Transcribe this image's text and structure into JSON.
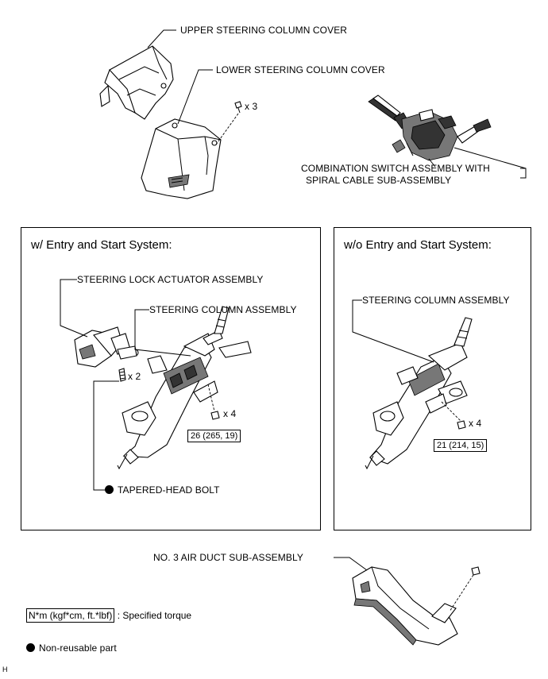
{
  "labels": {
    "upper_cover": "UPPER STEERING COLUMN COVER",
    "lower_cover": "LOWER STEERING COLUMN COVER",
    "screw_qty_top": "x 3",
    "combination_switch_line1": "COMBINATION SWITCH ASSEMBLY WITH",
    "combination_switch_line2": "SPIRAL CABLE SUB-ASSEMBLY",
    "lock_actuator": "STEERING LOCK ACTUATOR ASSEMBLY",
    "column_left": "STEERING COLUMN ASSEMBLY",
    "column_right": "STEERING COLUMN ASSEMBLY",
    "bolt_qty_left": "x 2",
    "nut_qty_left": "x 4",
    "nut_qty_right": "x 4",
    "tapered_bolt": "TAPERED-HEAD BOLT",
    "air_duct": "NO. 3 AIR DUCT SUB-ASSEMBLY"
  },
  "panels": {
    "left_title": "w/ Entry and Start System:",
    "right_title": "w/o Entry and Start System:"
  },
  "torque": {
    "left": "26 (265, 19)",
    "right": "21 (214, 15)"
  },
  "legend": {
    "torque_unit": "N*m (kgf*cm, ft.*lbf)",
    "torque_desc": ": Specified torque",
    "nonreusable": "Non-reusable part"
  },
  "corner_code": "H",
  "icons": [
    "non-reusable-dot-icon",
    "bolt-icon",
    "nut-icon",
    "screw-icon"
  ]
}
